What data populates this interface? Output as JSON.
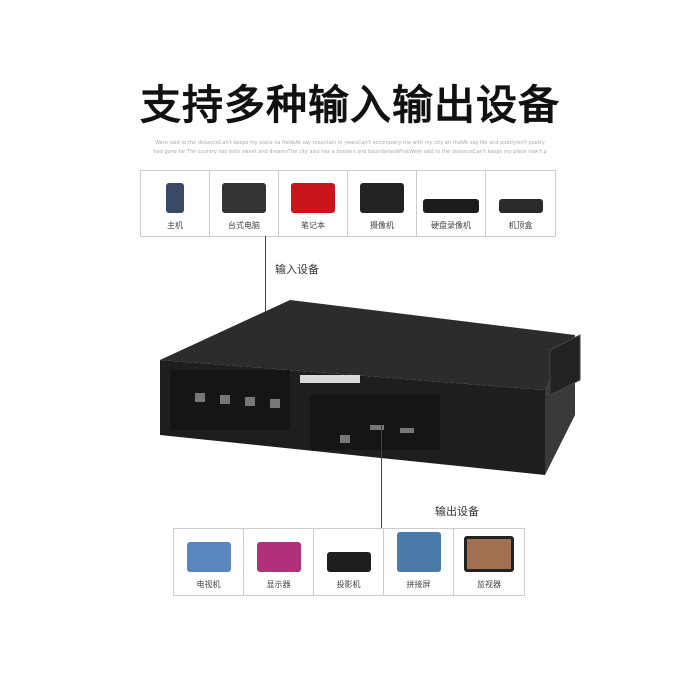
{
  "title": "支持多种输入输出设备",
  "subtitle": "Were said to the distanceCan't keeps my place na fieldsAt say mountain in yearsCan't accompany me with my city an thatAt say life and poetryIsn't poetry had gone far The country has both sweet and dreamsThe city also has a borders and boundariesWhatWere said to the distanceCan't keeps my place now't p",
  "input_label": "输入设备",
  "output_label": "输出设备",
  "inputs": [
    {
      "label": "主机",
      "icon": "pc-tower-icon",
      "color": "#3a4a66"
    },
    {
      "label": "台式电脑",
      "icon": "desktop-computer-icon",
      "color": "#333"
    },
    {
      "label": "笔记本",
      "icon": "laptop-icon",
      "color": "#c8141a"
    },
    {
      "label": "摄像机",
      "icon": "camcorder-icon",
      "color": "#222"
    },
    {
      "label": "硬盘录像机",
      "icon": "dvr-icon",
      "color": "#1c1c1c"
    },
    {
      "label": "机顶盒",
      "icon": "set-top-box-icon",
      "color": "#2a2a2a"
    }
  ],
  "outputs": [
    {
      "label": "电视机",
      "icon": "tv-icon",
      "color": "#5a86c0"
    },
    {
      "label": "显示器",
      "icon": "monitor-icon",
      "color": "#b0307a"
    },
    {
      "label": "投影机",
      "icon": "projector-icon",
      "color": "#1e1e1e"
    },
    {
      "label": "拼接屏",
      "icon": "video-wall-icon",
      "color": "#4a7aa8"
    },
    {
      "label": "监视器",
      "icon": "surveillance-monitor-icon",
      "color": "#a07050"
    }
  ],
  "accent": "#dd0000"
}
